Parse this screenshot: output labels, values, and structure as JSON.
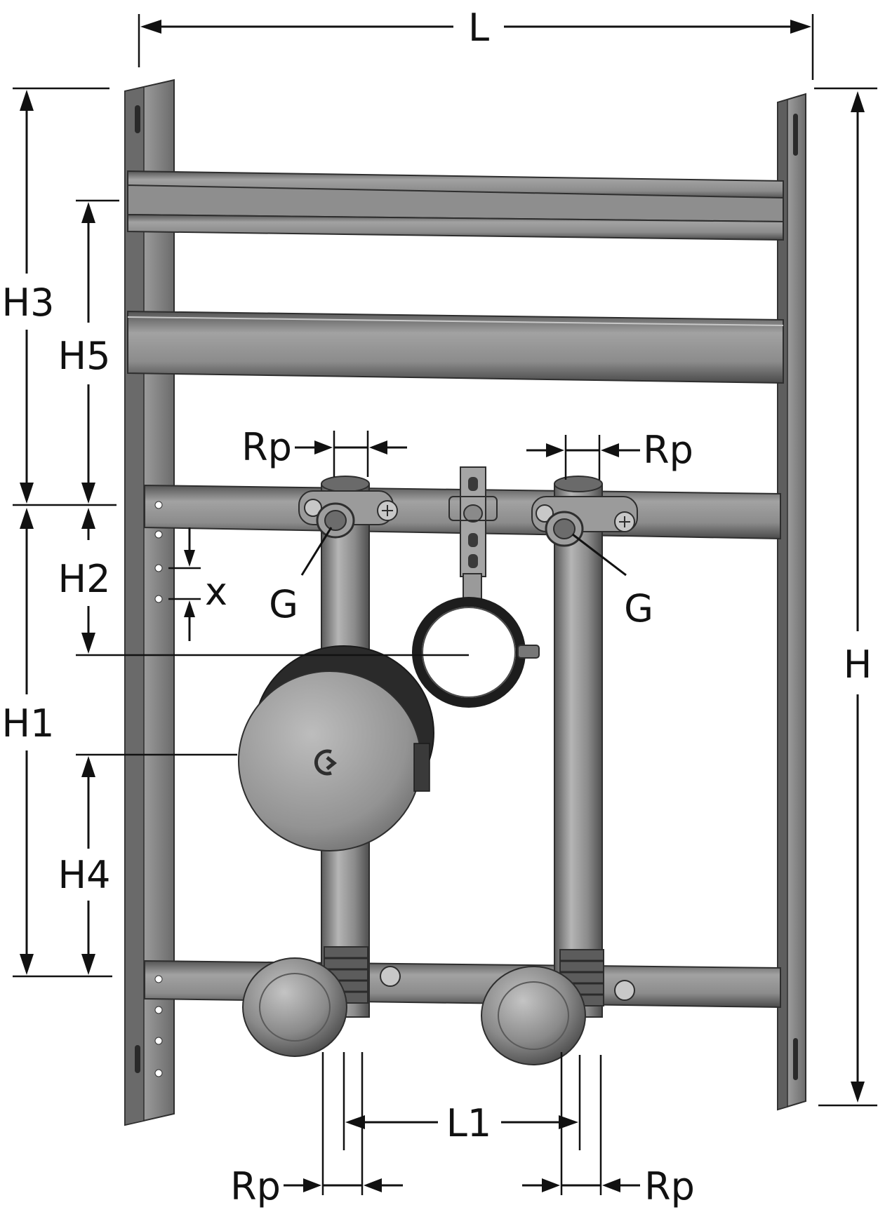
{
  "diagram": {
    "labels": {
      "L": "L",
      "H": "H",
      "H1": "H1",
      "H2": "H2",
      "H3": "H3",
      "H4": "H4",
      "H5": "H5",
      "L1": "L1",
      "x": "x",
      "G_left": "G",
      "G_right": "G",
      "Rp_top_left": "Rp",
      "Rp_top_right": "Rp",
      "Rp_bottom_left": "Rp",
      "Rp_bottom_right": "Rp"
    },
    "colors": {
      "frame": "#7a7a7a",
      "frame_dark": "#4a4a4a",
      "frame_light": "#a8a8a8",
      "pipe": "#8c8c8c",
      "ink": "#111111",
      "background": "#ffffff"
    }
  }
}
